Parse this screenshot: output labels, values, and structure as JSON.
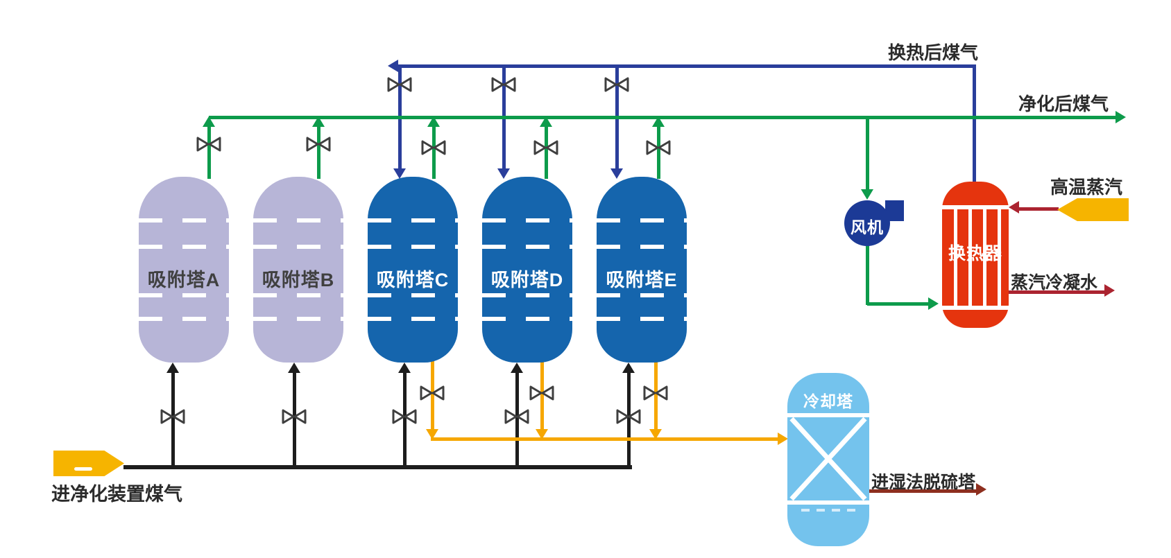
{
  "palette": {
    "pipe_green": "#0d9b4b",
    "pipe_blue": "#2a3e9b",
    "pipe_black": "#1d1d1d",
    "pipe_orange": "#f6a700",
    "pipe_dark_red": "#ab2430",
    "pipe_brown_red": "#8e2f1f",
    "tower_idle": "#b7b5d7",
    "tower_active": "#1565ad",
    "fan_blue": "#1c3a96",
    "heat_exchanger_red": "#e5340e",
    "cooling_tower_blue": "#74c3ed",
    "pentagon_yellow": "#f6b400"
  },
  "towers": [
    {
      "label": "吸附塔A"
    },
    {
      "label": "吸附塔B"
    },
    {
      "label": "吸附塔C"
    },
    {
      "label": "吸附塔D"
    },
    {
      "label": "吸附塔E"
    }
  ],
  "equipment": {
    "fan_label": "风机",
    "heat_exchanger_label": "换热器",
    "cooling_tower_label": "冷却塔"
  },
  "streams": {
    "regenerated_gas": "换热后煤气",
    "purified_gas": "净化后煤气",
    "high_temp_steam": "高温蒸汽",
    "steam_condensate": "蒸汽冷凝水",
    "inlet_gas": "进净化装置煤气",
    "to_wet_desulfurization": "进湿法脱硫塔"
  }
}
